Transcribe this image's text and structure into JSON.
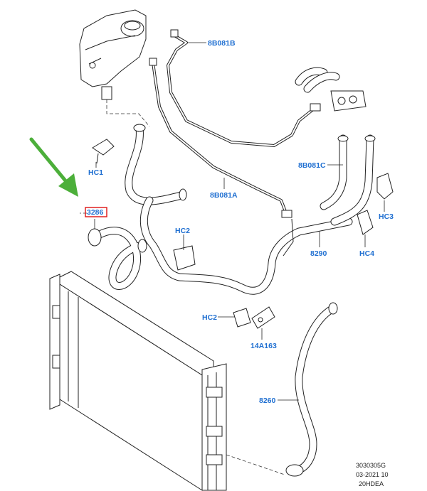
{
  "labels": {
    "hose_3286": "3286",
    "pipe_8B081B": "8B081B",
    "hc1": "HC1",
    "pipe_8B081A": "8B081A",
    "pipe_8B081C": "8B081C",
    "hc3": "HC3",
    "hc2_upper": "HC2",
    "hose_8290": "8290",
    "hc4": "HC4",
    "hc2_lower": "HC2",
    "bracket_14A163": "14A163",
    "hose_8260": "8260"
  },
  "reference": {
    "code": "3030305G",
    "date": "03-2021 10",
    "model": "20HDEA"
  },
  "colors": {
    "label": "#1f6fd1",
    "arrow": "#4caf3a",
    "highlight": "#e02020"
  }
}
